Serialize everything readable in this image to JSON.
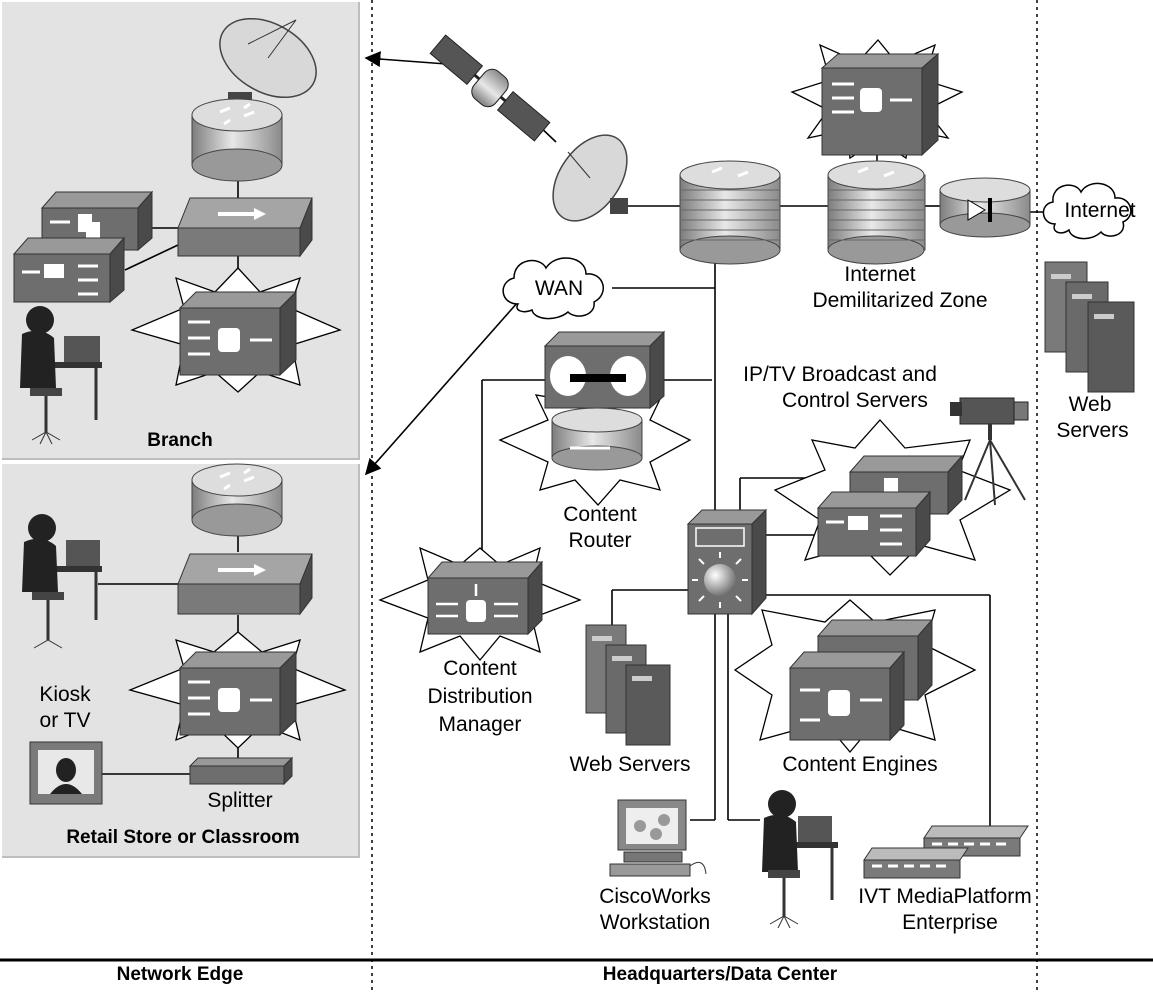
{
  "regions": {
    "branch": "Branch",
    "retail": "Retail Store or Classroom",
    "network_edge": "Network Edge",
    "headquarters": "Headquarters/Data Center"
  },
  "labels": {
    "internet": "Internet",
    "wan": "WAN",
    "internet_dmz_line1": "Internet",
    "internet_dmz_line2": "Demilitarized Zone",
    "web_servers_right_line1": "Web",
    "web_servers_right_line2": "Servers",
    "iptv_line1": "IP/TV Broadcast and",
    "iptv_line2": "Control Servers",
    "content_router_line1": "Content",
    "content_router_line2": "Router",
    "cdm_line1": "Content",
    "cdm_line2": "Distribution",
    "cdm_line3": "Manager",
    "web_servers_center": "Web Servers",
    "content_engines": "Content Engines",
    "ciscoworks_line1": "CiscoWorks",
    "ciscoworks_line2": "Workstation",
    "ivt_line1": "IVT MediaPlatform",
    "ivt_line2": "Enterprise",
    "kiosk_line1": "Kiosk",
    "kiosk_line2": "or TV",
    "splitter": "Splitter"
  },
  "colors": {
    "panel": "#e3e3e3",
    "device_dark": "#6e6e6e",
    "device_light": "#c8c8c8",
    "line": "#000000"
  }
}
